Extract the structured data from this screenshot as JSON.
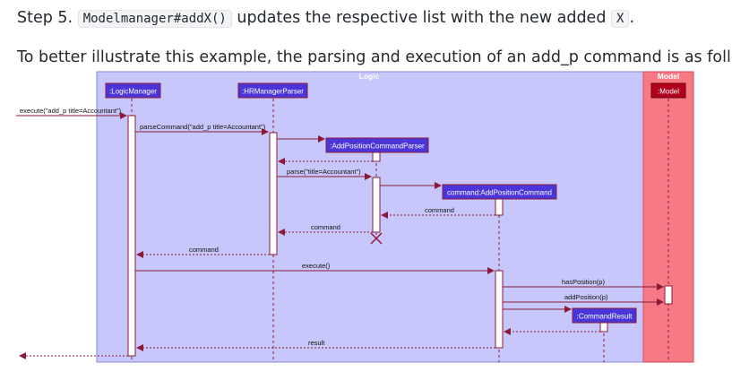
{
  "text": {
    "p1": {
      "step": "Step 5.",
      "code1": "Modelmanager#addX()",
      "mid": "updates the respective list with the new added",
      "code2": "X",
      "end": "."
    },
    "p2": "To better illustrate this example, the parsing and execution of an add_p command is as follows"
  },
  "diagram": {
    "logic_label": "Logic",
    "model_label": "Model",
    "participants": {
      "logic_manager": ":LogicManager",
      "hr_parser": ":HRManagerParser",
      "add_parser": ":AddPositionCommandParser",
      "add_command": "command:AddPositionCommand",
      "command_result": ":CommandResult",
      "model": ":Model"
    },
    "messages": {
      "execute_call": "execute(\"add_p title=Accountant\")",
      "parse_command": "parseCommand(\"add_p title=Accountant\")",
      "parse": "parse(\"title=Accountant\")",
      "return_command_1": "command",
      "return_command_2": "command",
      "return_command_3": "command",
      "execute": "execute()",
      "has_position": "hasPosition(p)",
      "add_position": "addPosition(p)",
      "result": "result"
    },
    "colors": {
      "logic_bg": "#c7c7fb",
      "model_bg": "#f77985",
      "participant_fill": "#4a36d8",
      "model_participant_fill": "#b0001c",
      "arrow": "#8b1a3a"
    }
  }
}
